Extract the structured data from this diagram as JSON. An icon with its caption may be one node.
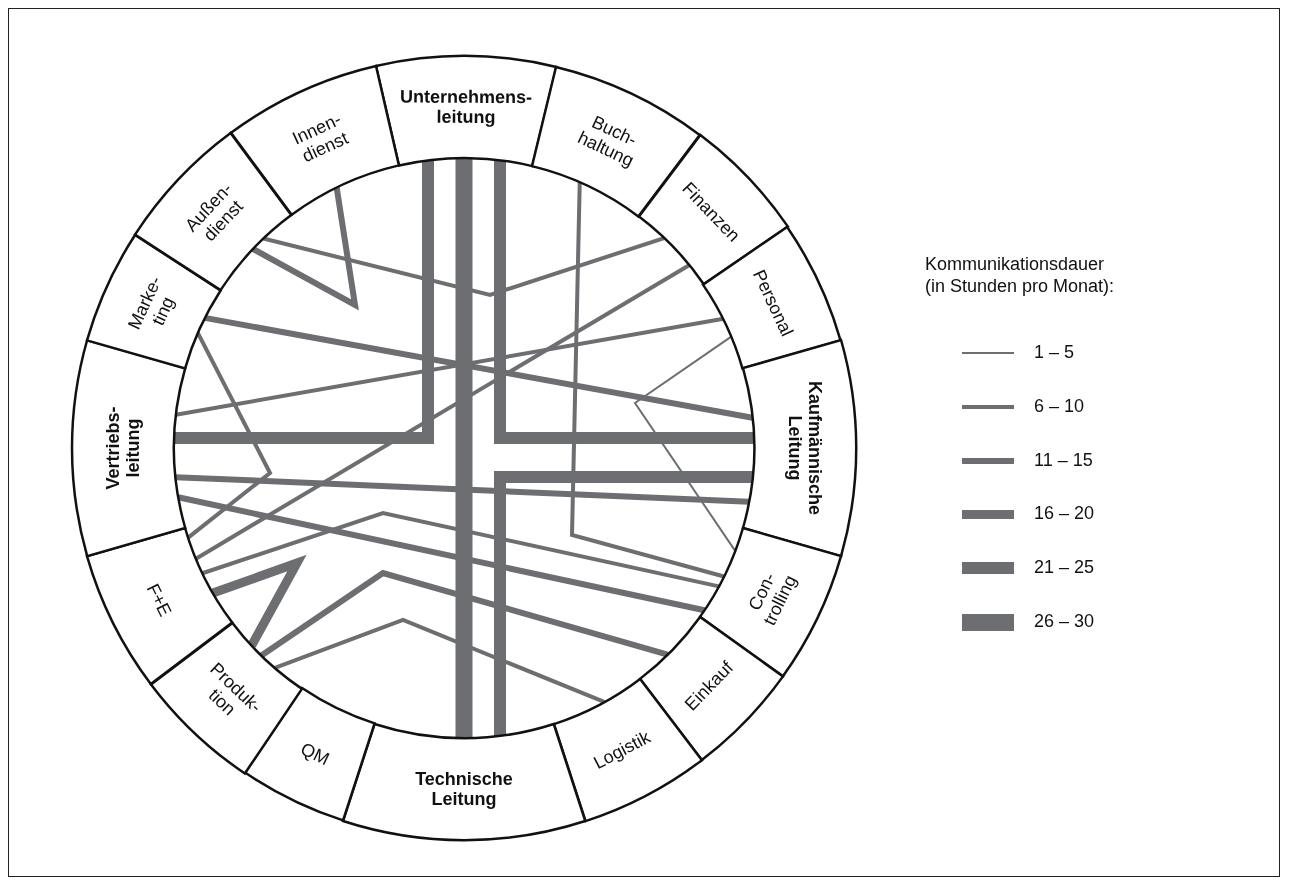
{
  "diagram": {
    "nodes": [
      {
        "text": [
          "Unternehmens- leitung"
        ]
      },
      {
        "text": [
          "Buch- haltung"
        ]
      },
      {
        "text": [
          "Finanzen"
        ]
      },
      {
        "text": [
          "Personal"
        ]
      },
      {
        "text": [
          "Kaufmännische Leitung"
        ]
      },
      {
        "text": [
          "Con- trolling"
        ]
      },
      {
        "text": [
          "Einkauf"
        ]
      },
      {
        "text": [
          "Logistik"
        ]
      },
      {
        "text": [
          "Technische Leitung"
        ]
      },
      {
        "text": [
          "QM"
        ]
      },
      {
        "text": [
          "Produk- tion"
        ]
      },
      {
        "text": [
          "F+E"
        ]
      },
      {
        "text": [
          "Vertriebs- leitung"
        ]
      },
      {
        "text": [
          "Marke- ting"
        ]
      },
      {
        "text": [
          "Außen- dienst"
        ]
      },
      {
        "text": [
          "Innen- dienst"
        ]
      }
    ],
    "edges": [
      {
        "from": 15,
        "to": 14,
        "arrow": "none"
      },
      {
        "from": 14,
        "to": 2,
        "arrow": "none"
      },
      {
        "from": 13,
        "to": 4,
        "arrow": "none"
      },
      {
        "from": 12,
        "to": 3,
        "arrow": "none"
      },
      {
        "from": 13,
        "to": 11,
        "arrow": "none"
      },
      {
        "from": 2,
        "to": 11,
        "arrow": "none"
      },
      {
        "from": 0,
        "to": 12,
        "arrow": "none",
        "style": "thick"
      },
      {
        "from": 0,
        "to": 8,
        "arrow": "none",
        "style": "thick"
      },
      {
        "from": 0,
        "to": 4,
        "arrow": "none",
        "style": "thick"
      },
      {
        "from": 1,
        "to": 5,
        "arrow": "none"
      },
      {
        "from": 3,
        "to": 5,
        "arrow": "none"
      },
      {
        "from": 8,
        "to": 4,
        "arrow": "none",
        "style": "thick"
      },
      {
        "from": 12,
        "to": 4,
        "arrow": "none"
      },
      {
        "from": 12,
        "to": 5,
        "arrow": "none"
      },
      {
        "from": 11,
        "to": 5,
        "arrow": "none"
      },
      {
        "from": 11,
        "to": 10,
        "arrow": "none"
      },
      {
        "from": 10,
        "to": 6,
        "arrow": "none"
      },
      {
        "from": 10,
        "to": 7,
        "arrow": "none"
      }
    ],
    "labels": [
      "Kommunikationsdauer (in Stunden pro Monat):"
    ],
    "legend": [
      {
        "text": "1 – 5"
      },
      {
        "text": "6 – 10"
      },
      {
        "text": "11 – 15"
      },
      {
        "text": "16 – 20"
      },
      {
        "text": "21 – 25"
      },
      {
        "text": "26 – 30"
      }
    ]
  }
}
